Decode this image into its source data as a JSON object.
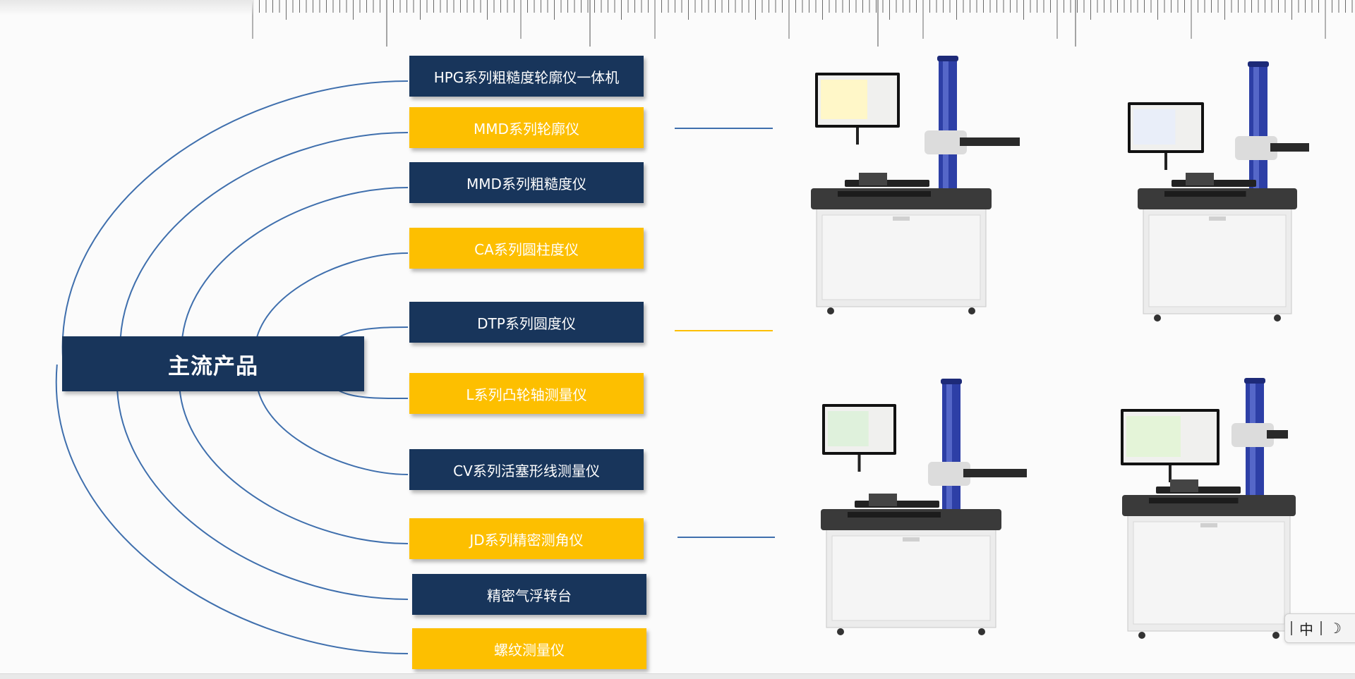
{
  "center": {
    "label": "主流产品"
  },
  "products": [
    {
      "label": "HPG系列粗糙度轮廓仪一体机",
      "color": "navy"
    },
    {
      "label": "MMD系列轮廓仪",
      "color": "gold"
    },
    {
      "label": "MMD系列粗糙度仪",
      "color": "navy"
    },
    {
      "label": "CA系列圆柱度仪",
      "color": "gold"
    },
    {
      "label": "DTP系列圆度仪",
      "color": "navy"
    },
    {
      "label": "L系列凸轮轴测量仪",
      "color": "gold"
    },
    {
      "label": "CV系列活塞形线测量仪",
      "color": "navy"
    },
    {
      "label": "JD系列精密测角仪",
      "color": "gold"
    },
    {
      "label": "精密气浮转台",
      "color": "navy"
    },
    {
      "label": "螺纹测量仪",
      "color": "gold"
    }
  ],
  "images": [
    {
      "icon": "roundness-tester-image"
    },
    {
      "icon": "contour-measuring-instrument-image"
    },
    {
      "icon": "cylindricity-tester-image"
    },
    {
      "icon": "roughness-contour-integrated-instrument-image"
    }
  ],
  "ime": {
    "mode_label": "中",
    "icon": "moon-icon"
  },
  "colors": {
    "navy": "#18355b",
    "gold": "#fdbf00",
    "connector": "#3f6fad",
    "accent_blue": "#2d3fa6"
  }
}
